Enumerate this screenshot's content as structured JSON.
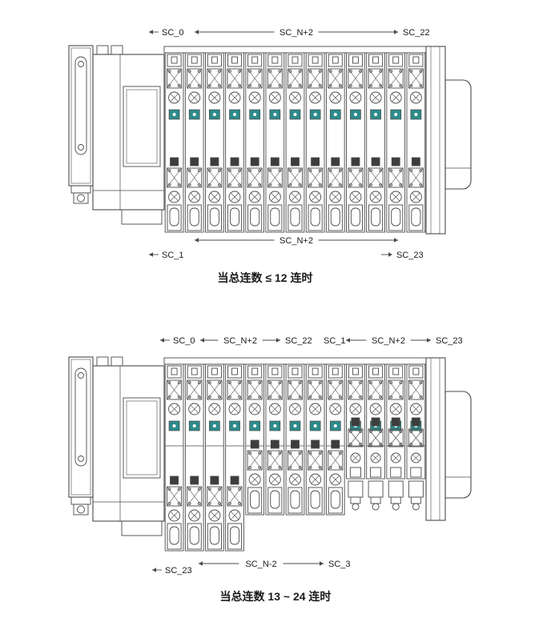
{
  "figure": {
    "background": "#ffffff"
  },
  "colors": {
    "line": "#4a4a4a",
    "line_light": "#7a7a7a",
    "text": "#1a1a1a",
    "teal": "#2e8b8b",
    "dark": "#3d3d3d"
  },
  "diagram1": {
    "caption": "当总连数 ≤ 12 连时",
    "station_count": 13,
    "labels": {
      "top_left": "SC_0",
      "top_mid": "SC_N+2",
      "top_right": "SC_22",
      "bottom_mid": "SC_N+2",
      "bottom_left": "SC_1",
      "bottom_right": "SC_23"
    }
  },
  "diagram2": {
    "caption": "当总连数 13 ~ 24 连时",
    "station_groups": [
      4,
      5,
      4
    ],
    "labels": {
      "top_left_1": "SC_0",
      "top_mid_1": "SC_N+2",
      "top_right_1": "SC_22",
      "top_left_2": "SC_1",
      "top_mid_2": "SC_N+2",
      "top_right_2": "SC_23",
      "bottom_left": "SC_23",
      "bottom_mid": "SC_N-2",
      "bottom_right": "SC_3"
    }
  }
}
